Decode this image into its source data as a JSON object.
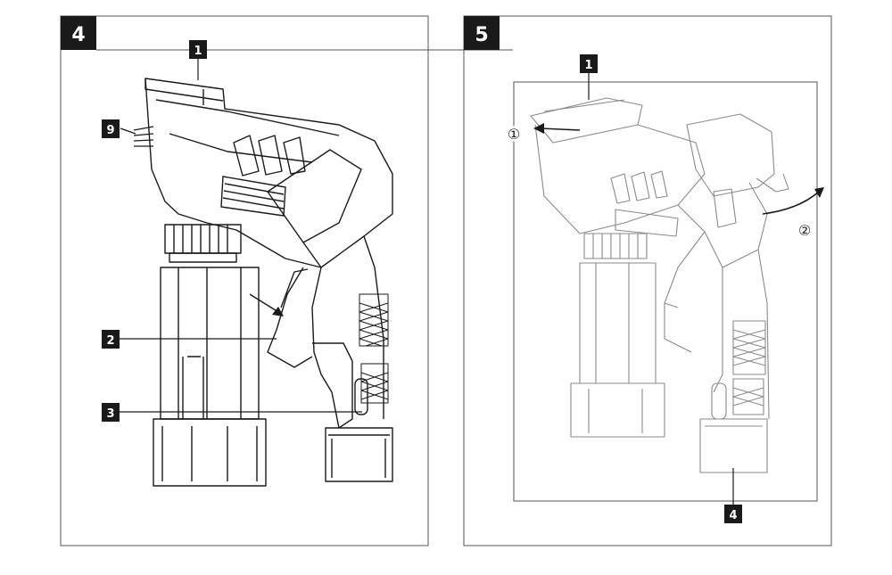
{
  "colors": {
    "ink": "#1a1a1a",
    "frame": "#555555",
    "faint": "#8a8a8a",
    "background": "#ffffff"
  },
  "panels": [
    {
      "number": "4",
      "callouts": [
        {
          "text": "1"
        },
        {
          "text": "9"
        },
        {
          "text": "2"
        },
        {
          "text": "3"
        }
      ]
    },
    {
      "number": "5",
      "callouts": [
        {
          "text": "1"
        },
        {
          "text": "4"
        }
      ],
      "steps": [
        {
          "text": "①"
        },
        {
          "text": "②"
        }
      ]
    }
  ]
}
